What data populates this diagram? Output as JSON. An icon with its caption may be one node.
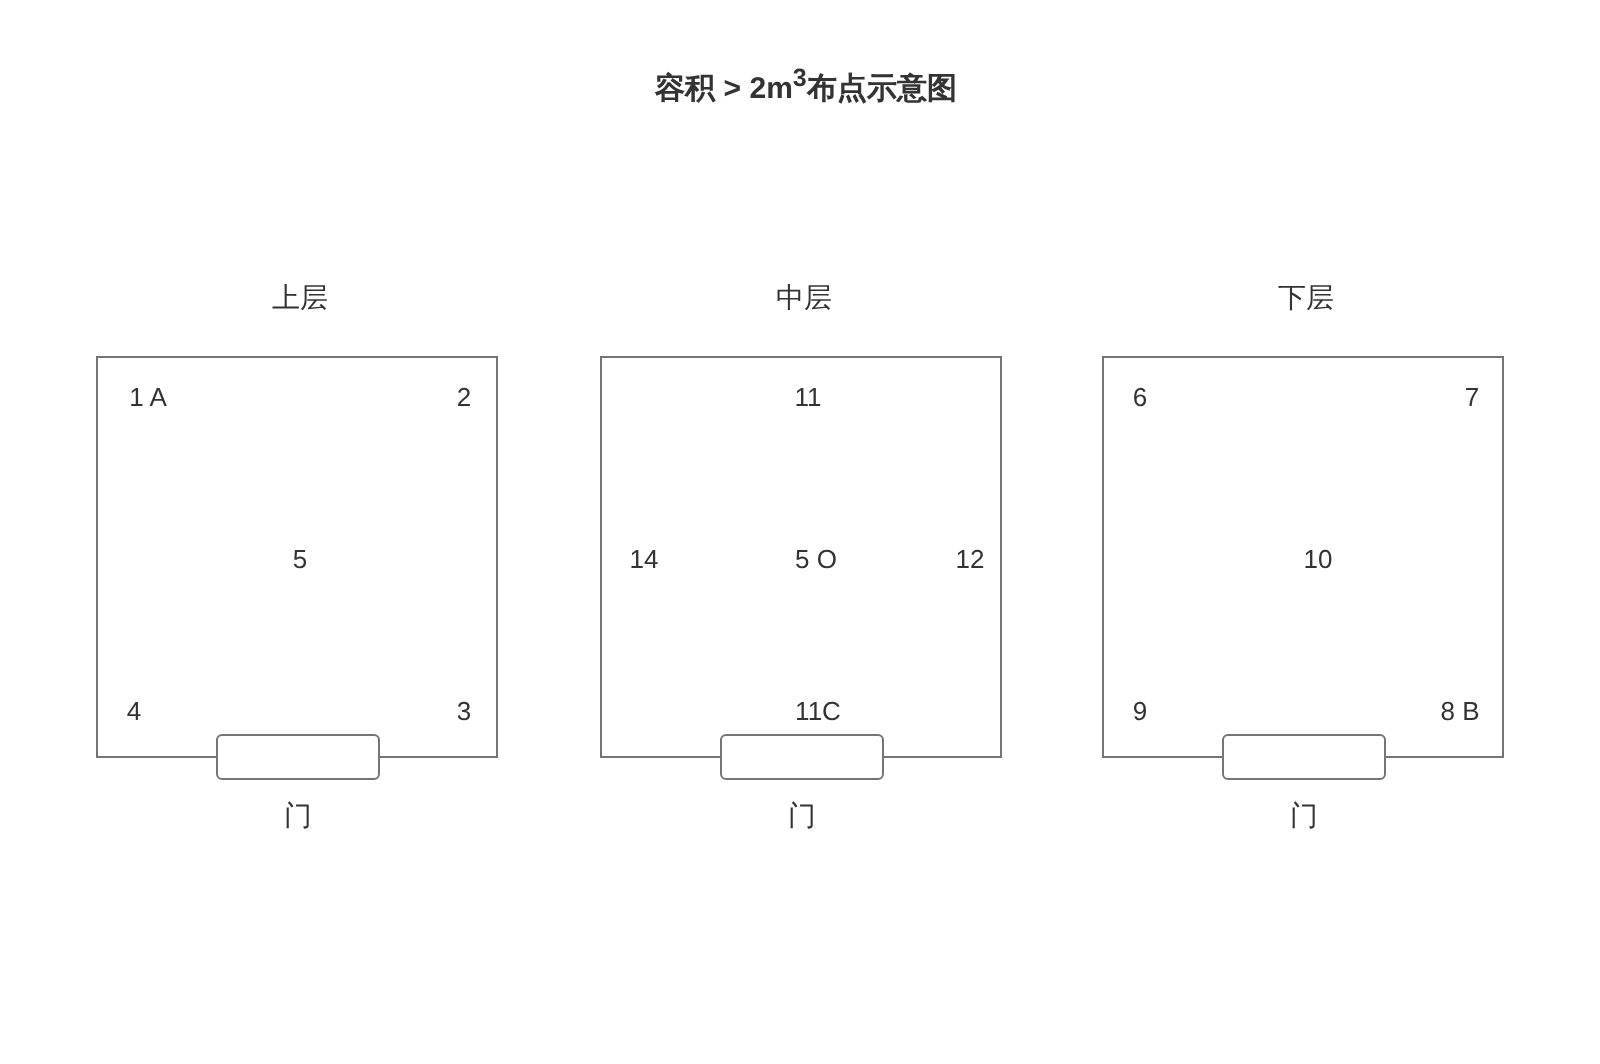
{
  "diagram": {
    "title": "容积 > 2m$^{3}$布点示意图",
    "nodes": [
      {
        "text": [
          "上层",
          "1 A",
          "2",
          "5",
          "4",
          "3"
        ]
      },
      {
        "text": [],
        "shape": "box",
        "beside": [
          "门"
        ]
      },
      {
        "text": [
          "中层",
          "11",
          "14",
          "5 O",
          "12",
          "11C"
        ]
      },
      {
        "text": [],
        "shape": "box",
        "beside": [
          "门"
        ]
      },
      {
        "text": [
          "下层",
          "6",
          "7",
          "10",
          "9",
          "8 B"
        ]
      },
      {
        "text": [],
        "shape": "box",
        "beside": [
          "门"
        ]
      }
    ]
  }
}
